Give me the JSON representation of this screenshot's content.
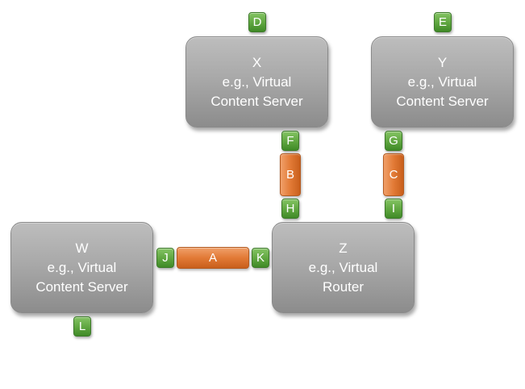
{
  "nodes": {
    "x": {
      "name": "X",
      "line2": "e.g., Virtual",
      "line3": "Content Server"
    },
    "y": {
      "name": "Y",
      "line2": "e.g., Virtual",
      "line3": "Content Server"
    },
    "w": {
      "name": "W",
      "line2": "e.g., Virtual",
      "line3": "Content Server"
    },
    "z": {
      "name": "Z",
      "line2": "e.g., Virtual",
      "line3": "Router"
    }
  },
  "ports": {
    "d": "D",
    "e": "E",
    "f": "F",
    "g": "G",
    "h": "H",
    "i": "I",
    "j": "J",
    "k": "K",
    "l": "L"
  },
  "links": {
    "a": "A",
    "b": "B",
    "c": "C"
  },
  "colors": {
    "node": "#a9a9a9",
    "port": "#5ea53f",
    "link": "#e27a36",
    "text": "#ffffff"
  }
}
